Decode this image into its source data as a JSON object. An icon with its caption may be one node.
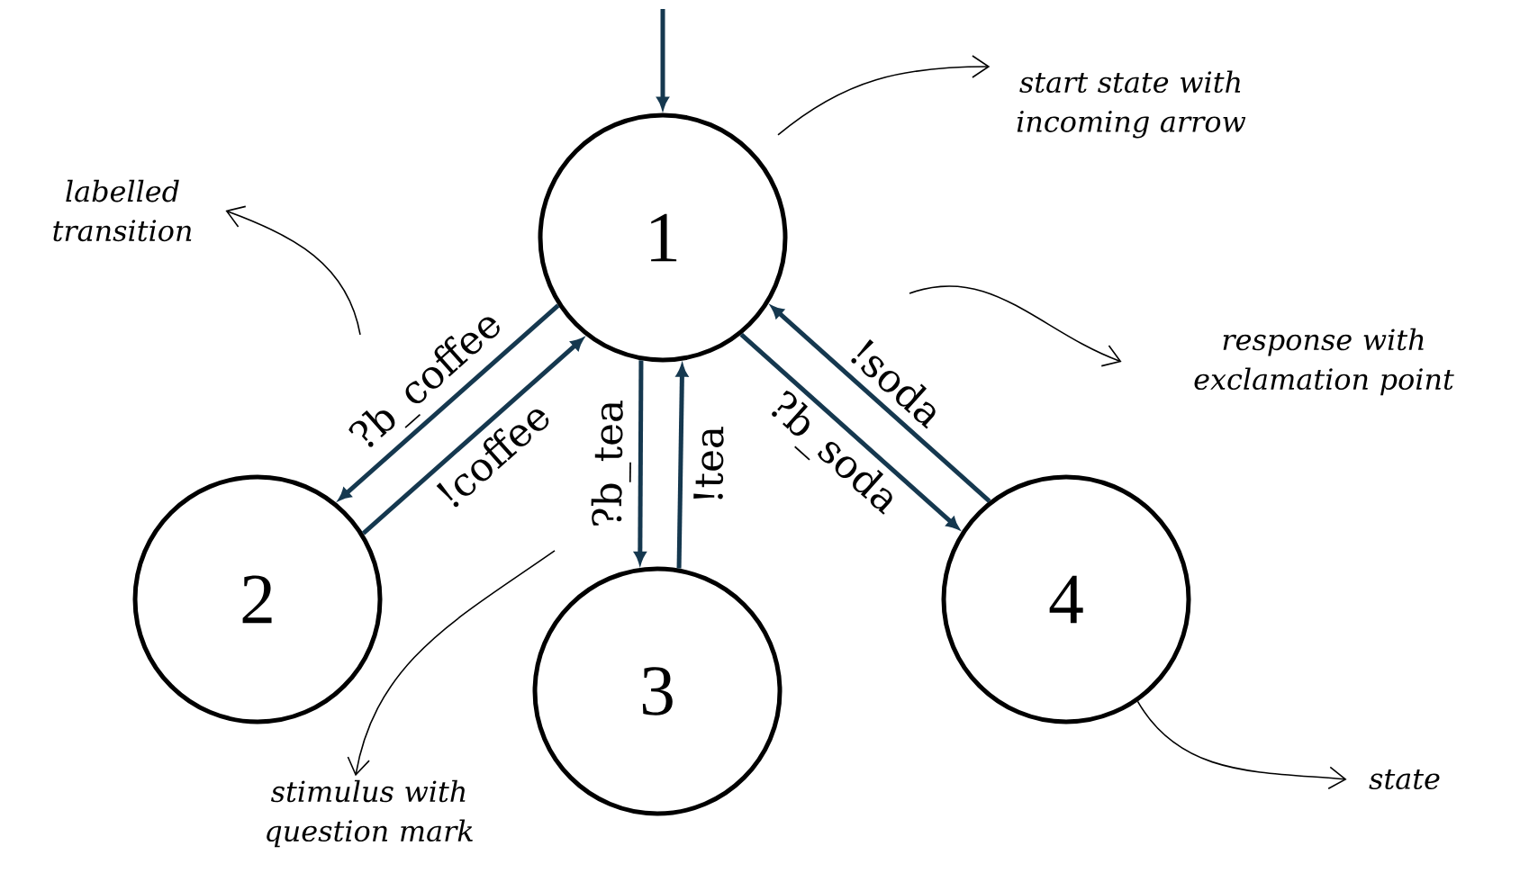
{
  "diagram": {
    "nodes": [
      {
        "text": [
          "1"
        ]
      },
      {
        "text": [
          "2"
        ]
      },
      {
        "text": [
          "3"
        ]
      },
      {
        "text": [
          "4"
        ]
      },
      {
        "text": [
          "start state with incoming arrow"
        ]
      },
      {
        "text": [
          "labelled transition"
        ]
      },
      {
        "text": [
          "response with exclamation point"
        ]
      },
      {
        "text": [
          "stimulus with question mark"
        ]
      },
      {
        "text": [
          "state"
        ]
      }
    ],
    "edges": [
      {
        "from": null,
        "to": 0,
        "arrow": "to"
      },
      {
        "from": 0,
        "to": 1,
        "arrow": "to",
        "label": "?b_coffee"
      },
      {
        "from": 1,
        "to": 0,
        "arrow": "to",
        "label": "!coffee"
      },
      {
        "from": 0,
        "to": 2,
        "arrow": "to",
        "label": "?b_tea"
      },
      {
        "from": 2,
        "to": 0,
        "arrow": "to",
        "label": "!tea"
      },
      {
        "from": 0,
        "to": 3,
        "arrow": "to",
        "label": "?b_soda"
      },
      {
        "from": 3,
        "to": 0,
        "arrow": "to",
        "label": "!soda"
      },
      {
        "from": null,
        "to": 4,
        "arrow": "to",
        "color": "#000000"
      },
      {
        "from": null,
        "to": 5,
        "arrow": "to",
        "color": "#000000"
      },
      {
        "from": null,
        "to": 6,
        "arrow": "to",
        "color": "#000000"
      },
      {
        "from": null,
        "to": 7,
        "arrow": "to",
        "color": "#000000"
      },
      {
        "from": 3,
        "to": 8,
        "arrow": "to",
        "color": "#000000"
      }
    ]
  }
}
